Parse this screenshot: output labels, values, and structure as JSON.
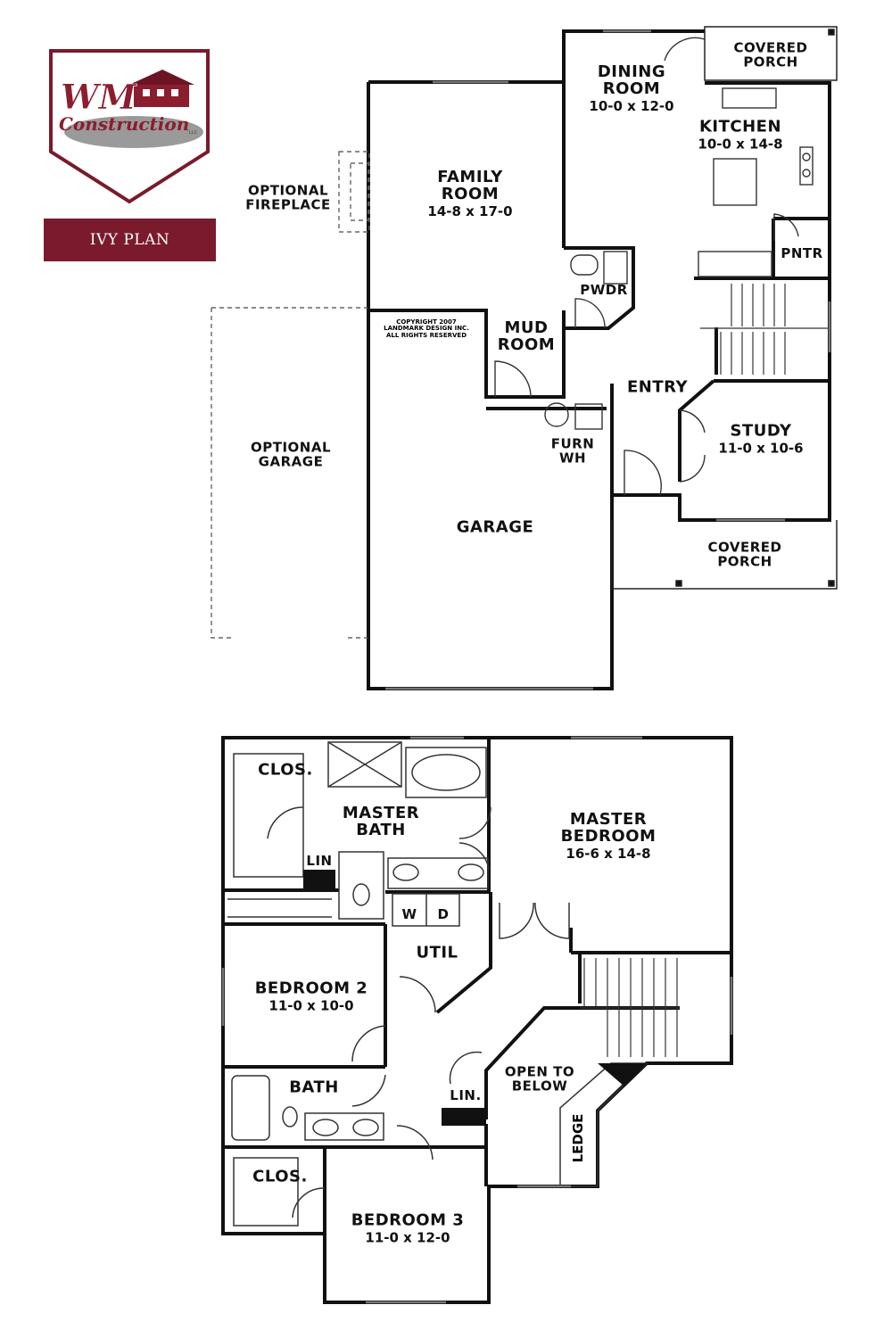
{
  "logo": {
    "brand_initials": "WM",
    "brand_word": "Construction",
    "suffix": "LLC"
  },
  "plan_title": "IVY PLAN",
  "copyright": [
    "COPYRIGHT 2007",
    "LANDMARK DESIGN INC.",
    "ALL RIGHTS RESERVED"
  ],
  "colors": {
    "brand": "#7a1a2c",
    "wall": "#111111",
    "roof": "#9b1b30"
  },
  "first_floor": {
    "covered_porch_back": [
      "COVERED",
      "PORCH"
    ],
    "dining_room": {
      "name": [
        "DINING",
        "ROOM"
      ],
      "dims": "10-0 x 12-0"
    },
    "kitchen": {
      "name": "KITCHEN",
      "dims": "10-0 x 14-8"
    },
    "family_room": {
      "name": [
        "FAMILY",
        "ROOM"
      ],
      "dims": "14-8 x 17-0"
    },
    "optional_fireplace": [
      "OPTIONAL",
      "FIREPLACE"
    ],
    "pantry": "PNTR",
    "powder": "PWDR",
    "mud_room": [
      "MUD",
      "ROOM"
    ],
    "entry": "ENTRY",
    "study": {
      "name": "STUDY",
      "dims": "11-0 x 10-6"
    },
    "furnace": [
      "FURN",
      "WH"
    ],
    "optional_garage": [
      "OPTIONAL",
      "GARAGE"
    ],
    "garage": "GARAGE",
    "covered_porch_front": [
      "COVERED",
      "PORCH"
    ]
  },
  "second_floor": {
    "master_closet": "CLOS.",
    "master_bath": [
      "MASTER",
      "BATH"
    ],
    "linen_master": "LIN",
    "master_bedroom": {
      "name": [
        "MASTER",
        "BEDROOM"
      ],
      "dims": "16-6 x 14-8"
    },
    "washer": "W",
    "dryer": "D",
    "utility": "UTIL",
    "bedroom_2": {
      "name": "BEDROOM 2",
      "dims": "11-0 x 10-0"
    },
    "bath": "BATH",
    "linen_hall": "LIN.",
    "open_to_below": [
      "OPEN TO",
      "BELOW"
    ],
    "ledge": "LEDGE",
    "closet_3": "CLOS.",
    "bedroom_3": {
      "name": "BEDROOM 3",
      "dims": "11-0 x 12-0"
    }
  }
}
